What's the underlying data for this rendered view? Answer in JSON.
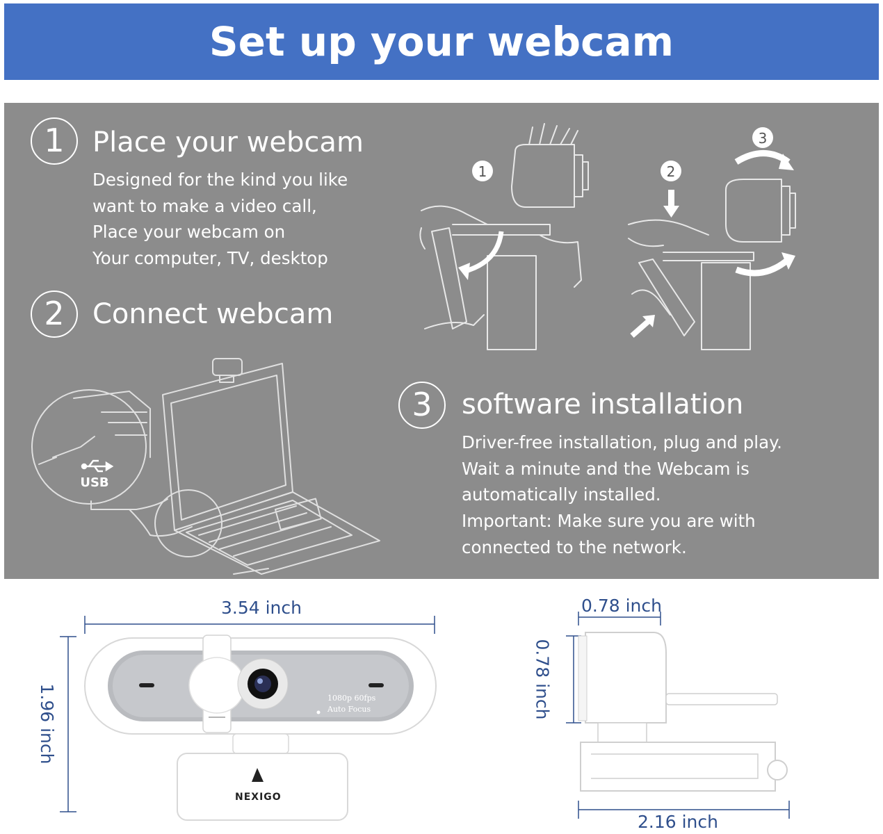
{
  "banner": {
    "title": "Set up your webcam"
  },
  "steps": [
    {
      "number": "1",
      "title": "Place your webcam",
      "lines": [
        "Designed for the kind you like",
        "want to make a video call,",
        "Place your webcam on",
        "Your computer, TV, desktop"
      ]
    },
    {
      "number": "2",
      "title": "Connect webcam",
      "lines": []
    },
    {
      "number": "3",
      "title": "software installation",
      "lines": [
        "Driver-free installation, plug and play.",
        "Wait a minute and the Webcam is",
        "automatically installed.",
        "Important: Make sure you are with",
        "connected to the network."
      ]
    }
  ],
  "illustration": {
    "mount_steps": [
      "1",
      "2",
      "3"
    ],
    "usb_label": "USB"
  },
  "camera": {
    "spec_line1": "1080p 60fps",
    "spec_line2": "Auto Focus",
    "brand": "NEXIGO"
  },
  "dimensions": {
    "front_width": "3.54 inch",
    "front_height": "1.96 inch",
    "side_top": "0.78 inch",
    "side_height": "0.78 inch",
    "side_bottom": "2.16 inch"
  },
  "colors": {
    "banner": "#4471c4",
    "panel": "#8c8c8c",
    "dimension_text": "#2f4f8c"
  }
}
